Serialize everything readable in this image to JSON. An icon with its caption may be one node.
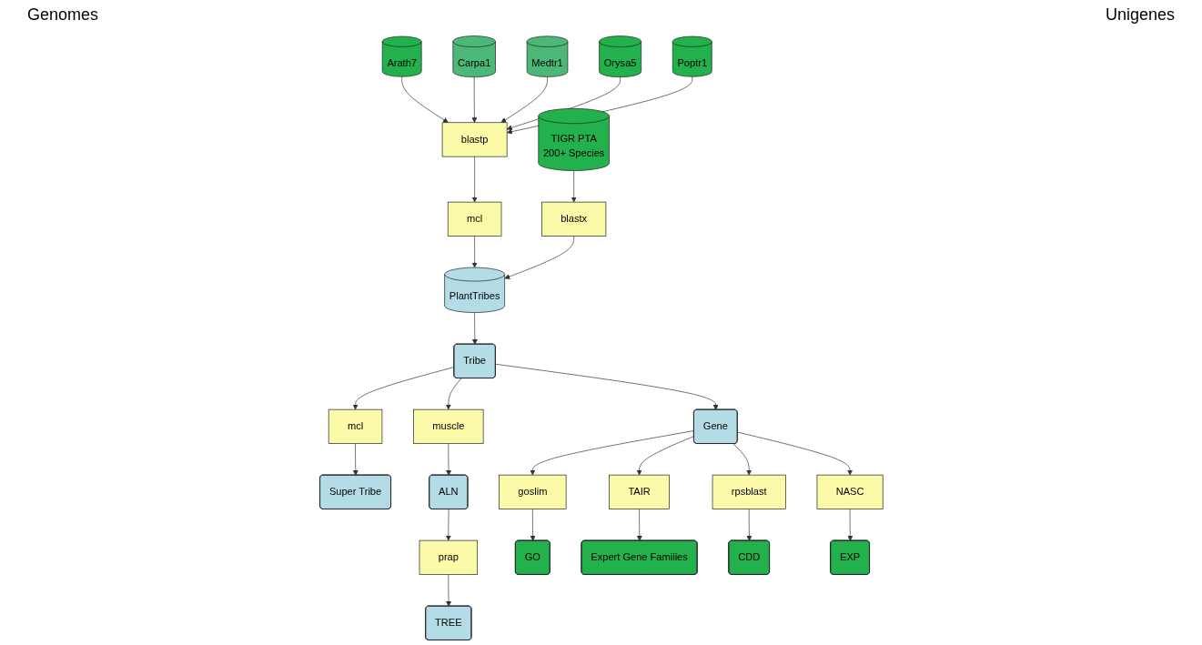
{
  "diagram": {
    "nodes": [
      {
        "text": [
          "Arath7"
        ]
      },
      {
        "text": [
          "Carpa1"
        ]
      },
      {
        "text": [
          "Medtr1"
        ]
      },
      {
        "text": [
          "Orysa5"
        ]
      },
      {
        "text": [
          "Poptr1"
        ]
      },
      {
        "text": [
          "mcl"
        ]
      },
      {
        "text": [
          "blastp"
        ]
      },
      {
        "text": [
          "PlantTribes"
        ]
      },
      {
        "text": [
          "blastx"
        ]
      },
      {
        "text": [
          "TIGR PTA",
          "200+ Species"
        ]
      },
      {
        "text": [
          "Super Tribe"
        ]
      },
      {
        "text": [
          "mcl"
        ]
      },
      {
        "text": [
          "Tribe"
        ]
      },
      {
        "text": [
          "Gene"
        ]
      },
      {
        "text": [
          "muscle"
        ]
      },
      {
        "text": [
          "goslim"
        ]
      },
      {
        "text": [
          "TAIR"
        ]
      },
      {
        "text": [
          "rpsblast"
        ]
      },
      {
        "text": [
          "NASC"
        ]
      },
      {
        "text": [
          "TREE"
        ]
      },
      {
        "text": [
          "prap"
        ]
      },
      {
        "text": [
          "ALN"
        ]
      },
      {
        "text": [
          "GO"
        ]
      },
      {
        "text": [
          "Expert Gene Families"
        ]
      },
      {
        "text": [
          "CDD"
        ]
      },
      {
        "text": [
          "EXP"
        ]
      }
    ],
    "edges": [
      {
        "from": 0,
        "to": 6,
        "arrow": "to"
      },
      {
        "from": 1,
        "to": 6,
        "arrow": "to"
      },
      {
        "from": 2,
        "to": 6,
        "arrow": "to"
      },
      {
        "from": 3,
        "to": 6,
        "arrow": "to"
      },
      {
        "from": 4,
        "to": 6,
        "arrow": "to"
      },
      {
        "from": 6,
        "to": 5,
        "arrow": "to"
      },
      {
        "from": 5,
        "to": 7,
        "arrow": "to"
      },
      {
        "from": 9,
        "to": 8,
        "arrow": "to"
      },
      {
        "from": 8,
        "to": 7,
        "arrow": "to"
      },
      {
        "from": 7,
        "to": 12,
        "arrow": "to"
      },
      {
        "from": 12,
        "to": 11,
        "arrow": "to"
      },
      {
        "from": 11,
        "to": 10,
        "arrow": "to"
      },
      {
        "from": 12,
        "to": 13,
        "arrow": "to"
      },
      {
        "from": 12,
        "to": 14,
        "arrow": "to"
      },
      {
        "from": 14,
        "to": 21,
        "arrow": "to"
      },
      {
        "from": 21,
        "to": 20,
        "arrow": "to"
      },
      {
        "from": 20,
        "to": 19,
        "arrow": "to"
      },
      {
        "from": 13,
        "to": 15,
        "arrow": "to"
      },
      {
        "from": 13,
        "to": 16,
        "arrow": "to"
      },
      {
        "from": 13,
        "to": 17,
        "arrow": "to"
      },
      {
        "from": 13,
        "to": 18,
        "arrow": "to"
      },
      {
        "from": 15,
        "to": 22,
        "arrow": "to"
      },
      {
        "from": 16,
        "to": 23,
        "arrow": "to"
      },
      {
        "from": 17,
        "to": 24,
        "arrow": "to"
      },
      {
        "from": 18,
        "to": 25,
        "arrow": "to"
      }
    ],
    "labels": [
      "Genomes",
      "Unigenes"
    ]
  }
}
